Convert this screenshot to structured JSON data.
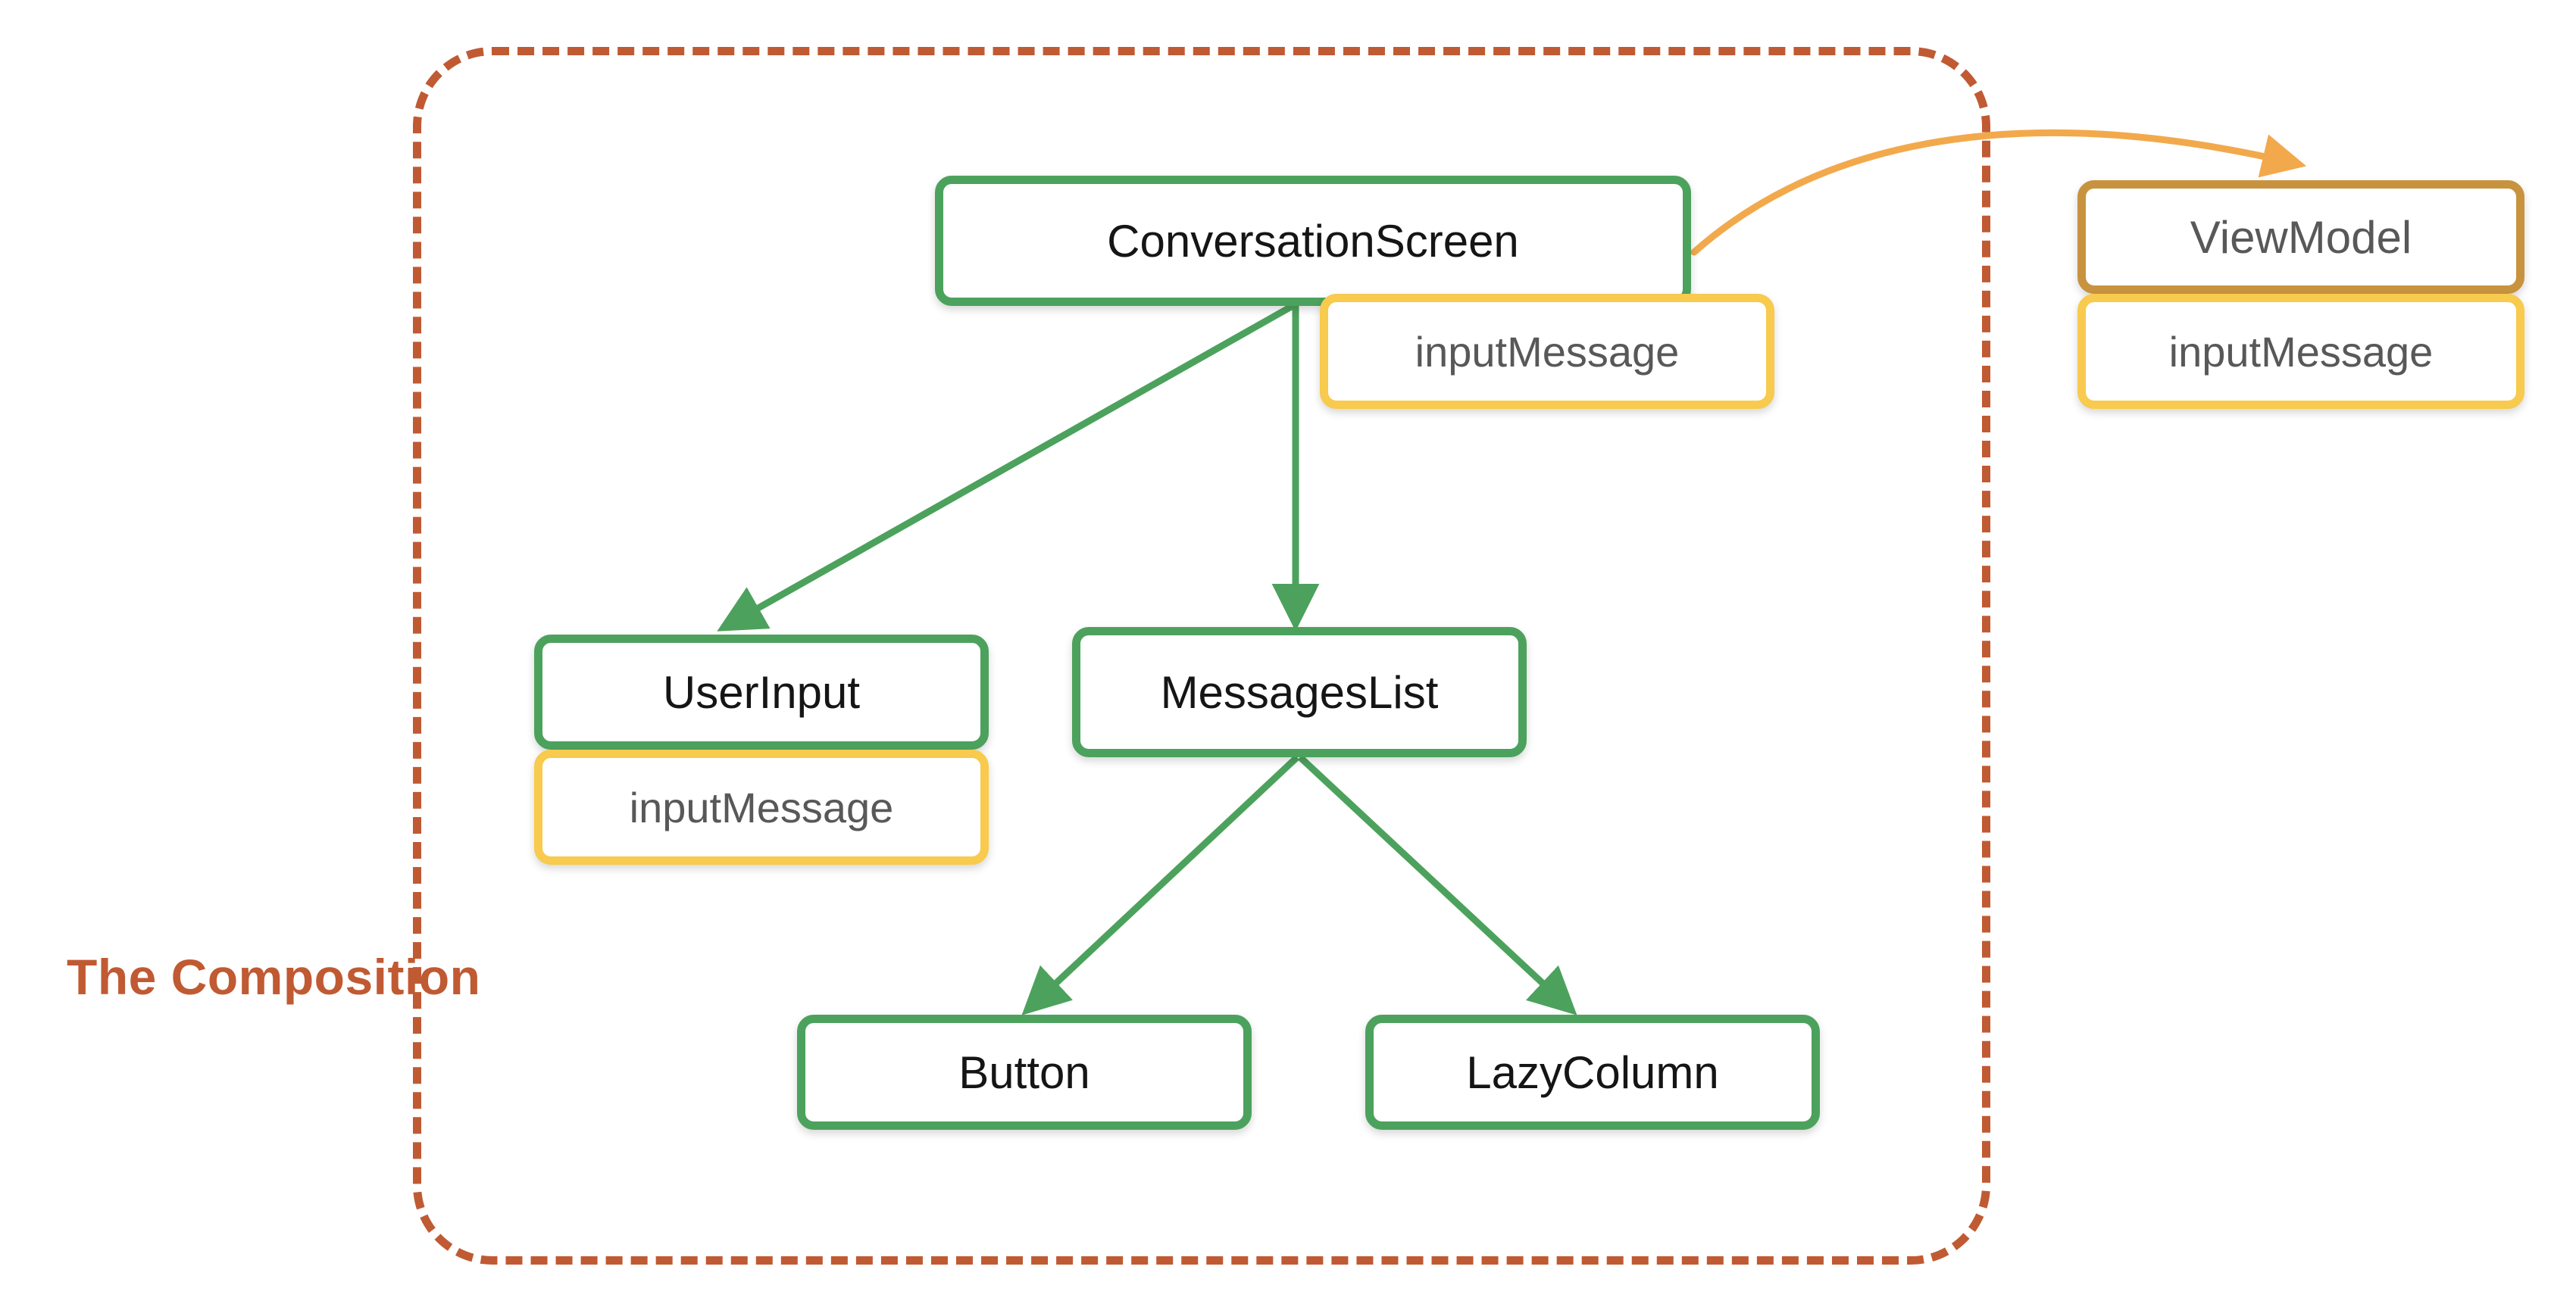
{
  "diagram": {
    "title": "The Composition",
    "boundary_label": "The Composition",
    "colors": {
      "composable_green": "#4CA25D",
      "state_yellow": "#F8CA4D",
      "viewmodel_brown": "#C8933F",
      "boundary_orange": "#C05A33",
      "arrow_green": "#4CA25D",
      "arrow_orange": "#F2A94C",
      "background": "#FFFFFF"
    },
    "nodes": [
      {
        "id": "conversationScreen",
        "label": "ConversationScreen",
        "kind": "composable",
        "color": "#4CA25D"
      },
      {
        "id": "inputMessage_conversationScreen",
        "label": "inputMessage",
        "kind": "state",
        "color": "#F8CA4D"
      },
      {
        "id": "viewModel",
        "label": "ViewModel",
        "kind": "viewmodel",
        "color": "#C8933F"
      },
      {
        "id": "inputMessage_viewModel",
        "label": "inputMessage",
        "kind": "state",
        "color": "#F8CA4D"
      },
      {
        "id": "userInput",
        "label": "UserInput",
        "kind": "composable",
        "color": "#4CA25D"
      },
      {
        "id": "inputMessage_userInput",
        "label": "inputMessage",
        "kind": "state",
        "color": "#F8CA4D"
      },
      {
        "id": "messagesList",
        "label": "MessagesList",
        "kind": "composable",
        "color": "#4CA25D"
      },
      {
        "id": "button",
        "label": "Button",
        "kind": "composable",
        "color": "#4CA25D"
      },
      {
        "id": "lazyColumn",
        "label": "LazyColumn",
        "kind": "composable",
        "color": "#4CA25D"
      }
    ],
    "edges": [
      {
        "from": "conversationScreen",
        "to": "userInput",
        "style": "solid",
        "color": "#4CA25D"
      },
      {
        "from": "conversationScreen",
        "to": "messagesList",
        "style": "solid",
        "color": "#4CA25D"
      },
      {
        "from": "messagesList",
        "to": "button",
        "style": "solid",
        "color": "#4CA25D"
      },
      {
        "from": "messagesList",
        "to": "lazyColumn",
        "style": "solid",
        "color": "#4CA25D"
      },
      {
        "from": "conversationScreen",
        "to": "viewModel",
        "style": "curved",
        "color": "#F2A94C"
      }
    ]
  }
}
